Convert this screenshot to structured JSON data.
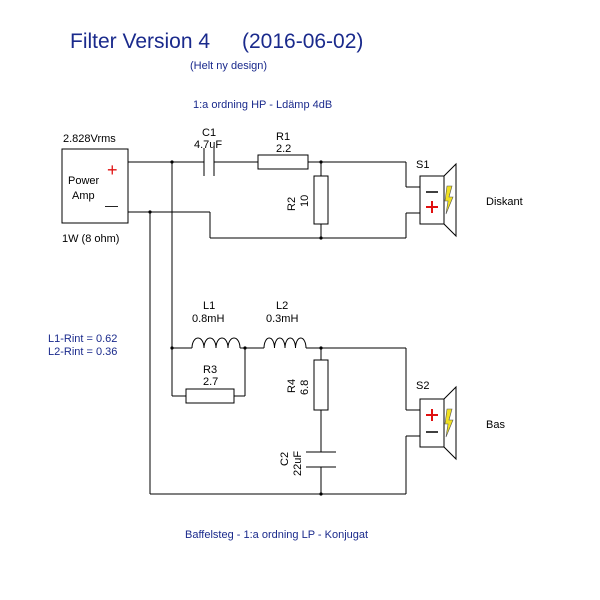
{
  "title": "Filter Version 4",
  "date": "(2016-06-02)",
  "subtitle": "(Helt ny design)",
  "hp_heading": "1:a ordning HP - Ldämp 4dB",
  "lp_heading": "Baffelsteg - 1:a ordning LP - Konjugat",
  "amp": {
    "voltage": "2.828Vrms",
    "name_line1": "Power",
    "name_line2": "Amp",
    "plus": "+",
    "minus": "—",
    "power": "1W (8 ohm)"
  },
  "rint": {
    "l1": "L1-Rint = 0.62",
    "l2": "L2-Rint = 0.36"
  },
  "components": {
    "c1": {
      "name": "C1",
      "value": "4.7uF"
    },
    "r1": {
      "name": "R1",
      "value": "2.2"
    },
    "r2": {
      "name": "R2",
      "value": "10"
    },
    "l1": {
      "name": "L1",
      "value": "0.8mH"
    },
    "l2": {
      "name": "L2",
      "value": "0.3mH"
    },
    "r3": {
      "name": "R3",
      "value": "2.7"
    },
    "r4": {
      "name": "R4",
      "value": "6.8"
    },
    "c2": {
      "name": "C2",
      "value": "22uF"
    }
  },
  "speakers": {
    "s1": {
      "name": "S1",
      "label": "Diskant"
    },
    "s2": {
      "name": "S2",
      "label": "Bas"
    }
  },
  "colors": {
    "text_blue": "#1a2a8c",
    "plus_red": "#e01010",
    "lightning_yellow": "#f0e020"
  }
}
